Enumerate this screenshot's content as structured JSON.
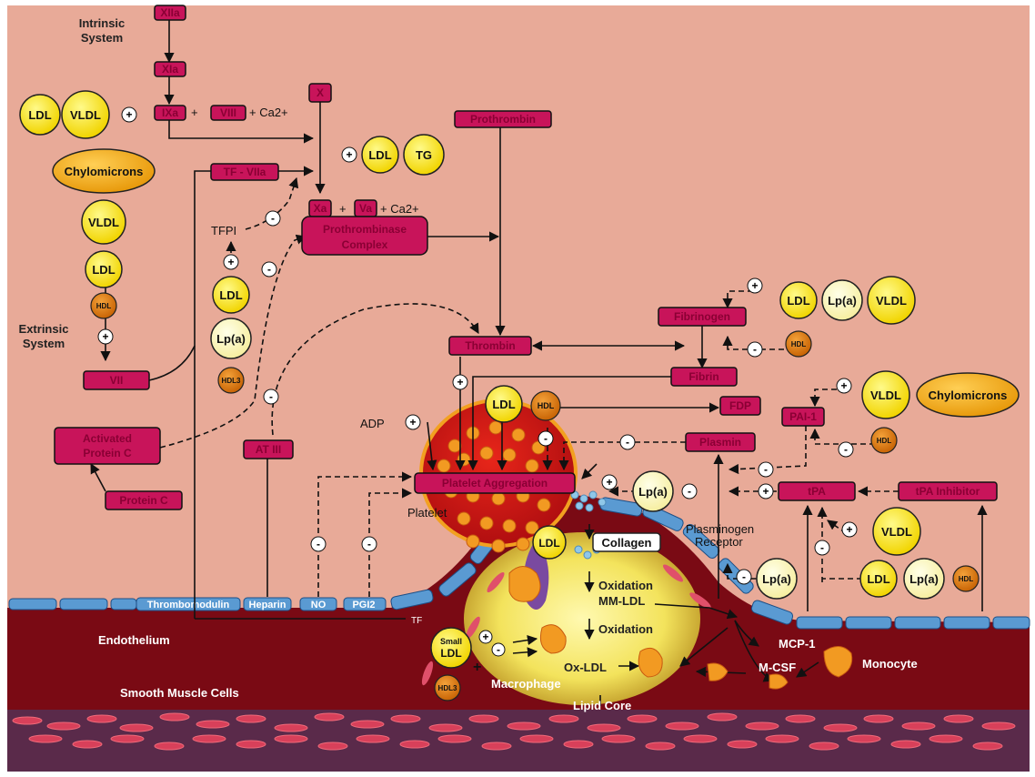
{
  "labels": {
    "intrinsic_1": "Intrinsic",
    "intrinsic_2": "System",
    "extrinsic_1": "Extrinsic",
    "extrinsic_2": "System",
    "tfpi": "TFPI",
    "adp": "ADP",
    "platelet": "Platelet",
    "plasminogen_receptor_1": "Plasminogen",
    "plasminogen_receptor_2": "Receptor",
    "endothelium": "Endothelium",
    "smooth_muscle": "Smooth Muscle Cells",
    "macrophage": "Macrophage",
    "lipid_core": "Lipid Core",
    "monocyte": "Monocyte",
    "mcp1": "MCP-1",
    "mcsf": "M-CSF",
    "oxidation_1": "Oxidation",
    "mm_ldl": "MM-LDL",
    "oxidation_2": "Oxidation",
    "ox_ldl": "Ox-LDL",
    "tf": "TF",
    "ca1": "+ Ca2+",
    "ca2": "+ Ca2+",
    "plus_x": "+",
    "plus_ix": "+",
    "thrombomodulin": "Thrombomodulin",
    "heparin": "Heparin",
    "no": "NO",
    "pgi2": "PGI2"
  },
  "factor_boxes": {
    "xiia": "XIIa",
    "xia": "XIa",
    "ixa": "IXa",
    "viii": "VIII",
    "x": "X",
    "tf_viia": "TF - VIIa",
    "xa": "Xa",
    "va": "Va",
    "prothrombinase_1": "Prothrombinase",
    "prothrombinase_2": "Complex",
    "prothrombin": "Prothrombin",
    "vii": "VII",
    "activated_protein_c_1": "Activated",
    "activated_protein_c_2": "Protein C",
    "protein_c": "Protein C",
    "at3": "AT III",
    "thrombin": "Thrombin",
    "fibrinogen": "Fibrinogen",
    "fibrin": "Fibrin",
    "fdp": "FDP",
    "plasmin": "Plasmin",
    "pai1": "PAI-1",
    "tpa": "tPA",
    "tpa_inhibitor": "tPA Inhibitor",
    "platelet_aggregation": "Platelet Aggregation"
  },
  "lipids": {
    "ldl": "LDL",
    "vldl": "VLDL",
    "tg": "TG",
    "chylomicrons": "Chylomicrons",
    "hdl": "HDL",
    "hdl3": "HDL3",
    "lpa": "Lp(a)",
    "small_ldl_1": "Small",
    "small_ldl_2": "LDL",
    "collagen": "Collagen"
  },
  "signs": {
    "plus": "+",
    "minus": "-"
  },
  "colors": {
    "background": "#e8aa98",
    "factor_box": "#c8145a",
    "factor_text": "#8a0034",
    "ldl_yellow": "#f7e21e",
    "chylo_orange": "#f2b31c",
    "hdl_orange": "#e07b10",
    "lpa_pale": "#fbf6c0",
    "vessel_wall": "#7a0a14",
    "endothelium_blue": "#5a9ad2"
  }
}
